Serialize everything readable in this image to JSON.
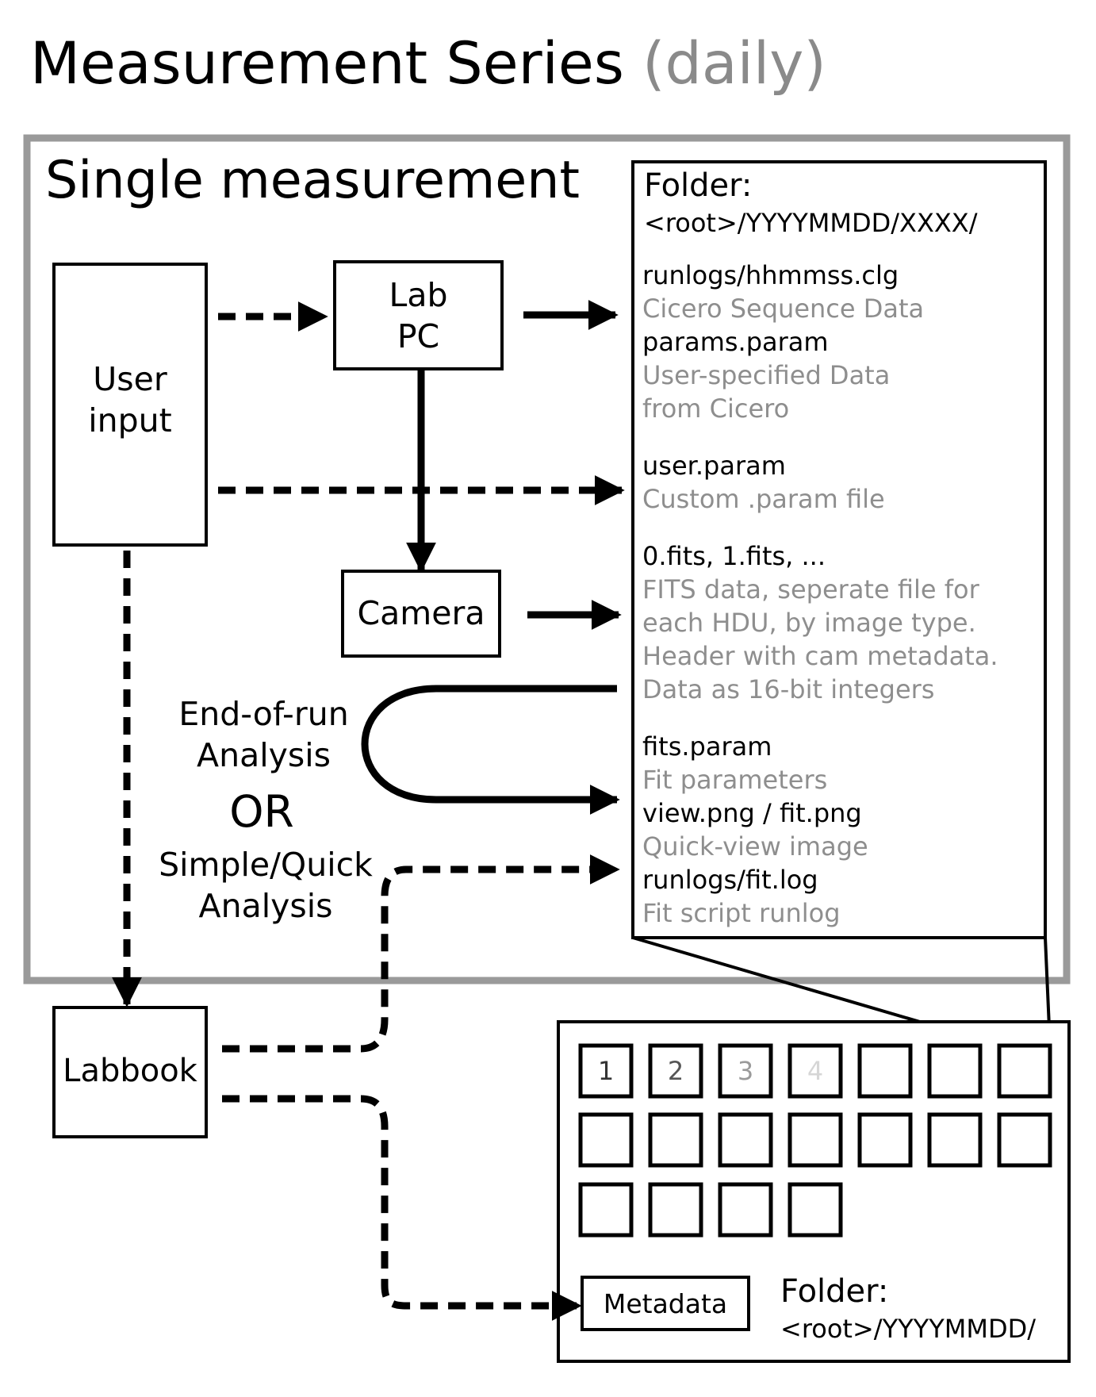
{
  "title": {
    "main": "Measurement Series",
    "suffix": "(daily)"
  },
  "single_measurement": {
    "label": "Single measurement"
  },
  "nodes": {
    "user_input": "User\ninput",
    "lab_pc": "Lab\nPC",
    "camera": "Camera",
    "labbook": "Labbook",
    "metadata": "Metadata"
  },
  "analysis": {
    "end_of_run": "End-of-run\nAnalysis",
    "or": "OR",
    "simple": "Simple/Quick\nAnalysis"
  },
  "run_folder": {
    "label": "Folder:",
    "path": "<root>/YYYYMMDD/XXXX/",
    "files": [
      {
        "name": "runlogs/hhmmss.clg",
        "desc": "Cicero Sequence Data"
      },
      {
        "name": "params.param",
        "desc": "User-specified Data\nfrom Cicero"
      },
      {
        "name": "user.param",
        "desc": "Custom .param file"
      },
      {
        "name": "0.fits, 1.fits, ...",
        "desc": "FITS data, seperate file for\neach HDU, by image type.\nHeader with cam metadata.\nData as 16-bit integers"
      },
      {
        "name": "fits.param",
        "desc": "Fit parameters"
      },
      {
        "name": "view.png / fit.png",
        "desc": "Quick-view image"
      },
      {
        "name": "runlogs/fit.log",
        "desc": "Fit script runlog"
      }
    ]
  },
  "day_folder": {
    "label": "Folder:",
    "path": "<root>/YYYYMMDD/",
    "run_labels": [
      "1",
      "2",
      "3",
      "4"
    ],
    "run_label_colors": [
      "#333333",
      "#555555",
      "#9a9a9a",
      "#d6d6d6"
    ]
  },
  "colors": {
    "frame_grey": "#9a9a9a",
    "desc_grey": "#8e8e8e"
  }
}
